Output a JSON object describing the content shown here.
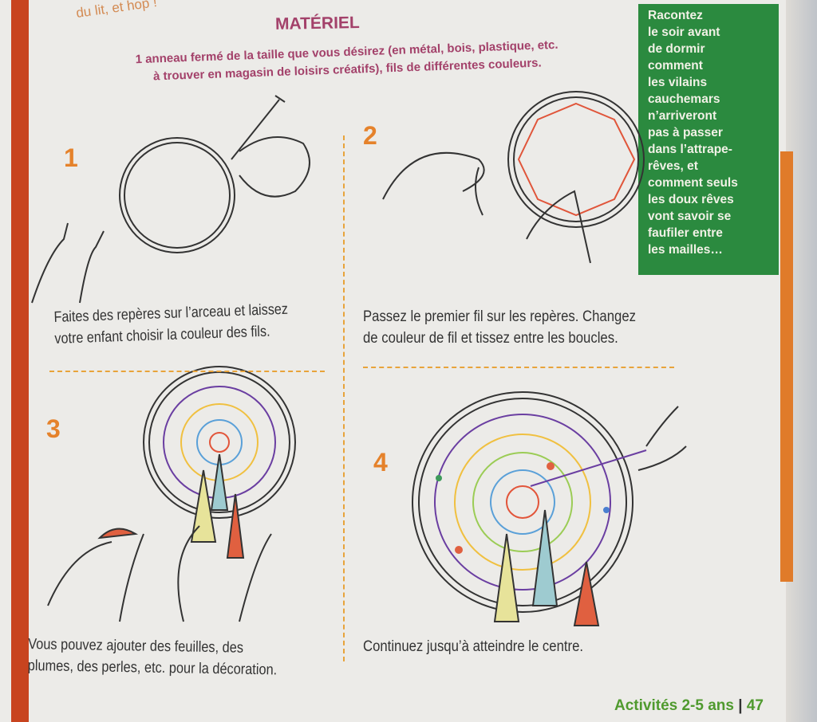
{
  "top_fragment": "du lit, et hop !",
  "title": "MATÉRIEL",
  "intro": [
    "1 anneau fermé de la taille que vous désirez (en métal, bois, plastique, etc.",
    "à trouver en magasin de loisirs créatifs), fils de différentes couleurs."
  ],
  "sidebar": [
    "Racontez",
    "le soir avant",
    "de dormir",
    "comment",
    "les vilains",
    "cauchemars",
    "n’arriveront",
    "pas à passer",
    "dans l’attrape-",
    "rêves, et",
    "comment seuls",
    "les doux rêves",
    "vont savoir se",
    "faufiler entre",
    "les mailles…"
  ],
  "steps": [
    {
      "number": "1",
      "caption": [
        "Faites des repères sur l’arceau et laissez",
        "votre enfant choisir la couleur des fils."
      ]
    },
    {
      "number": "2",
      "caption": [
        "Passez le premier fil sur les repères. Changez",
        "de couleur de fil et tissez entre les boucles."
      ]
    },
    {
      "number": "3",
      "caption": [
        "Vous pouvez ajouter des feuilles, des",
        "plumes, des perles, etc. pour la décoration."
      ]
    },
    {
      "number": "4",
      "caption": [
        "Continuez jusqu’à atteindre le centre."
      ]
    }
  ],
  "footer": {
    "section": "Activités 2-5 ans",
    "separator": "|",
    "page": "47"
  },
  "colors": {
    "accent": "#e5822b",
    "title": "#a3416a",
    "sidebar": "#2b8a3f",
    "footer": "#4f9a2e"
  }
}
